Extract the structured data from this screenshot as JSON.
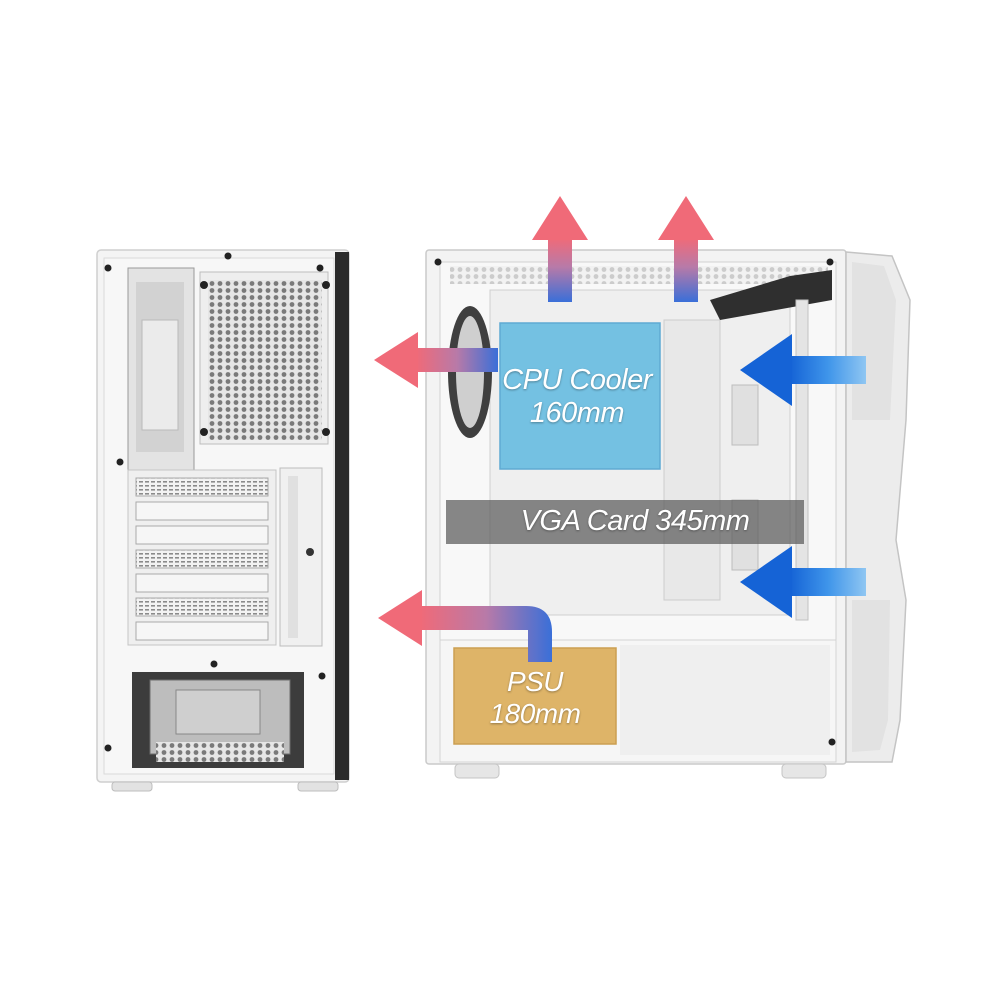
{
  "image": {
    "subject": "white mid-tower PC case, rear view and side view",
    "colors": {
      "case_body": "#f3f3f3",
      "case_shadow": "#c9c9c9",
      "cpu_zone": "#5ab8e0",
      "vga_zone": "#6b6b6b",
      "psu_zone": "#d9a64a",
      "exhaust_arrow": "#e0606e",
      "intake_arrow": "#1e7fe0"
    }
  },
  "labels": {
    "cpu_line1": "CPU Cooler",
    "cpu_line2": "160mm",
    "vga": "VGA Card 345mm",
    "psu_line1": "PSU",
    "psu_line2": "180mm"
  }
}
